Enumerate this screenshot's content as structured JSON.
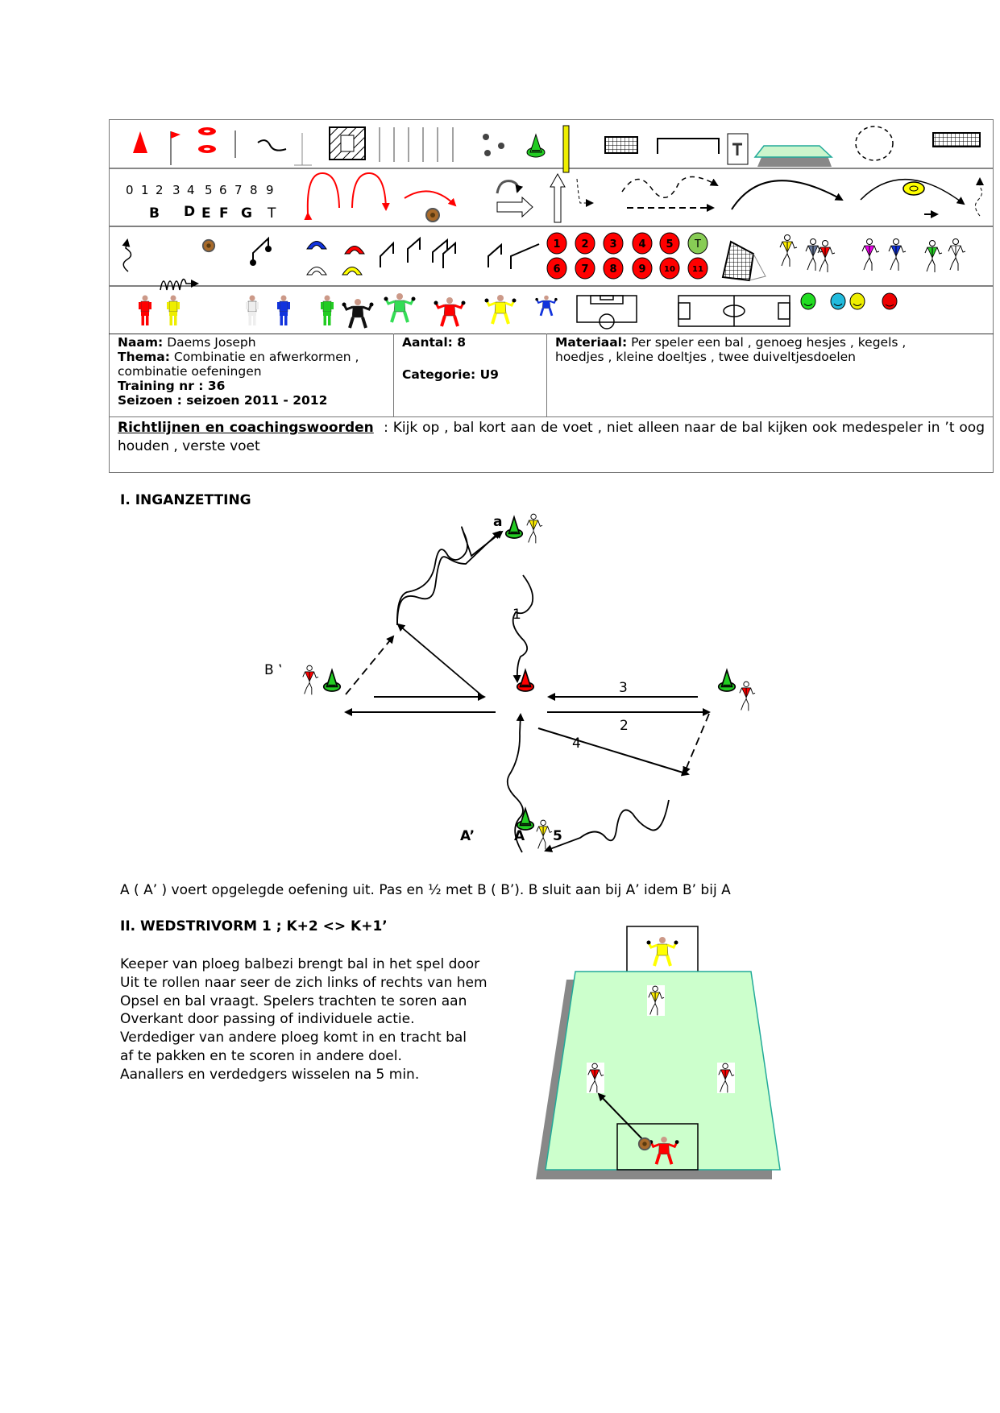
{
  "palette": {
    "digits": [
      "0",
      "1",
      "2",
      "3",
      "4",
      "5",
      "6",
      "7",
      "8",
      "9"
    ],
    "letters": [
      "B",
      "D",
      "E",
      "F",
      "G",
      "T"
    ],
    "numbered_players": [
      "1",
      "2",
      "3",
      "4",
      "5",
      "T",
      "6",
      "7",
      "8",
      "9",
      "10",
      "11"
    ],
    "colors": {
      "red": "#ff0000",
      "green": "#22cc22",
      "yellow": "#ffee00",
      "blue": "#1133dd",
      "field": "#ccffcc",
      "shadow": "#888888"
    }
  },
  "info": {
    "naam_label": "Naam:",
    "naam": "Daems Joseph",
    "thema_label": "Thema:",
    "thema": "Combinatie en afwerkormen ,",
    "thema2": "combinatie oefeningen",
    "training": "Training nr : 36",
    "seizoen": "Seizoen : seizoen 2011 - 2012",
    "aantal": "Aantal: 8",
    "categorie": "Categorie: U9",
    "materiaal_label": "Materiaal:",
    "materiaal": "Per speler een bal , genoeg hesjes , kegels ,",
    "materiaal2": "hoedjes , kleine doeltjes , twee duiveltjesdoelen",
    "coaching_label": "Richtlijnen en coachingswoorden",
    "coaching": " : Kijk op , bal kort aan de voet , niet alleen naar de bal kijken ook medespeler in ’t oog houden , verste voet"
  },
  "section1": {
    "title": "I. INGANZETTING",
    "labels": {
      "a": "A",
      "b_prime": "B ‛",
      "a_prime": "A’",
      "five": "5",
      "one": "1",
      "two": "2",
      "three": "3",
      "four": "4",
      "top_a": "a"
    },
    "caption": "A  ( A’ ) voert opgelegde oefening uit. Pas en ½ met B ( B’). B sluit aan bij A’ idem B’ bij A"
  },
  "section2": {
    "title": "II. WEDSTRIVORM 1 ; K+2 <> K+1’",
    "lines": [
      "Keeper van ploeg balbezi brengt bal in het spel door",
      "Uit te rollen naar seer de zich links of  rechts van hem",
      "Opsel en bal vraagt. Spelers trachten te soren aan",
      "Overkant door passing of individuele actie.",
      "Verdediger van andere ploeg komt in en tracht bal",
      "af te pakken en te scoren in andere doel.",
      "Aanallers en verdedgers wisselen na 5 min."
    ]
  }
}
